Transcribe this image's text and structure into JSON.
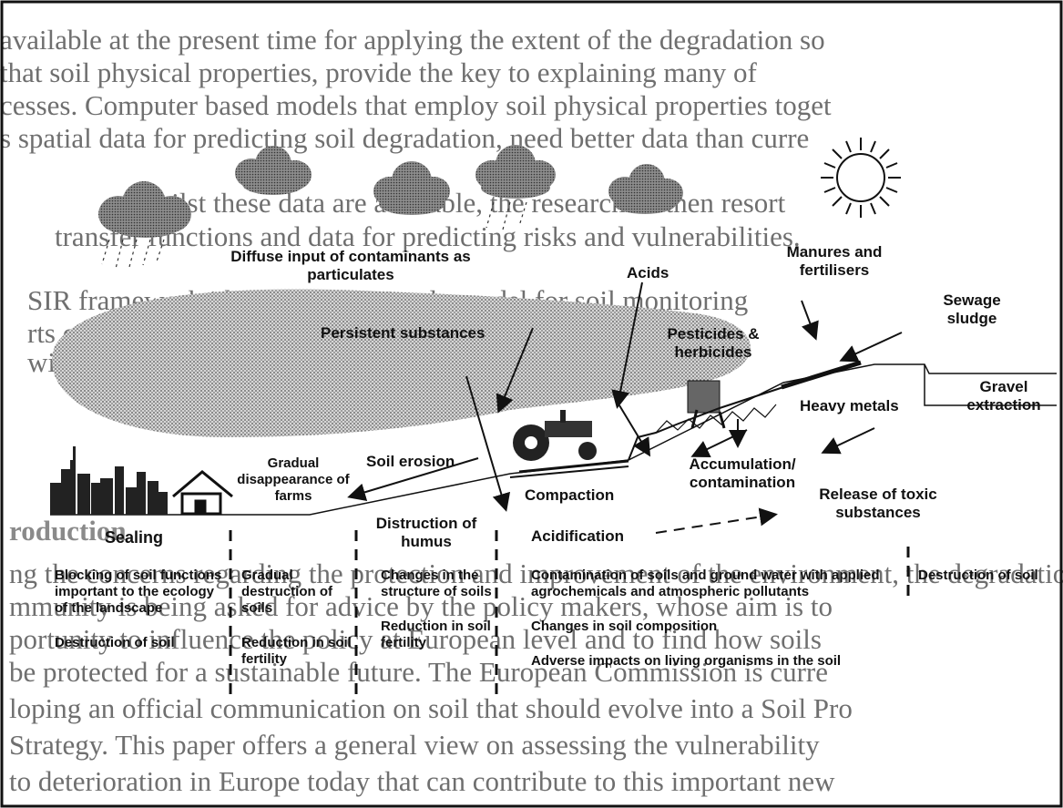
{
  "background_text": [
    "available at the present time for applying the extent of the degradation so",
    "that soil physical properties, provide the key to explaining many of",
    "cesses. Computer based models that employ soil physical properties toget",
    "s spatial data for predicting soil degradation, need better data than curre",
    "r. Whilst these data are available, the researchers then resort",
    "transfer functions and data for predicting risks and vulnerabilities.",
    "SIR framework identified as a simple model for soil monitoring",
    "rts of which were to the policy makers, however, implement",
    "will require a soil policy"
  ],
  "labels": {
    "diffuse_input": "Diffuse input of contaminants as particulates",
    "acids": "Acids",
    "manures": "Manures and fertilisers",
    "sewage": "Sewage sludge",
    "persistent": "Persistent substances",
    "pesticides": "Pesticides & herbicides",
    "gravel": "Gravel extraction",
    "heavy_metals": "Heavy metals",
    "gradual_farms": "Gradual disappearance of farms",
    "soil_erosion": "Soil erosion",
    "compaction": "Compaction",
    "accumulation": "Accumulation/ contamination",
    "release": "Release of toxic substances",
    "acidification": "Acidification",
    "sealing": "Sealing",
    "distruction_humus": "Distruction of humus"
  },
  "columns": {
    "sealing": [
      "Blocking of soil functions important to the ecology of the landscape",
      "Destruction of soil"
    ],
    "erosion": [
      "Gradual destruction of soils",
      "Reduction in soil fertility"
    ],
    "humus": [
      "Changes in the structure of soils",
      "Reduction in soil fertility"
    ],
    "contamination": [
      "Contamination of soils and ground water with applied agrochemicals and atmospheric pollutants",
      "Changes in soil composition",
      "Adverse impacts on living organisms in the soil"
    ],
    "release": [
      "Destruction of soil"
    ]
  },
  "footer_text": [
    "roduction",
    "ng the concerns regarding the protection and improvement of the environment, the degradation",
    "mmunity is being asked for advice by the policy makers, whose aim is to",
    "portunity to influence the policy at European level and to find how soils",
    "be protected for a sustainable future. The European Commission is curre",
    "loping an official communication on soil that should evolve into a Soil Pro",
    "Strategy. This paper offers a general view on assessing the vulnerability",
    "to deterioration in Europe today that can contribute to this important new"
  ],
  "colors": {
    "ink": "#111111",
    "ghost_text": "#6f6f6f",
    "stipple": "#9a9a9a"
  },
  "icons": [
    "rain-cloud-icon",
    "cloud-icon",
    "sun-icon",
    "tractor-icon",
    "city-skyline-icon",
    "farmhouse-icon",
    "sprayer-icon"
  ]
}
